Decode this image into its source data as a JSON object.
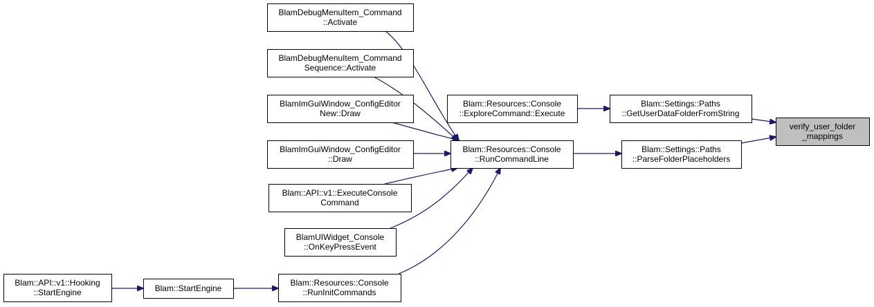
{
  "colors": {
    "node_fill": "#ffffff",
    "node_stroke": "#000000",
    "root_fill": "#bfbfbf",
    "edge": "#191970"
  },
  "nodes": {
    "root": {
      "lines": [
        "verify_user_folder",
        "_mappings"
      ],
      "highlight": true
    },
    "getuserdata": {
      "lines": [
        "Blam::Settings::Paths",
        "::GetUserDataFolderFromString"
      ]
    },
    "parsefolder": {
      "lines": [
        "Blam::Settings::Paths",
        "::ParseFolderPlaceholders"
      ]
    },
    "explore": {
      "lines": [
        "Blam::Resources::Console",
        "::ExploreCommand::Execute"
      ]
    },
    "runcmdline": {
      "lines": [
        "Blam::Resources::Console",
        "::RunCommandLine"
      ]
    },
    "debugmenu": {
      "lines": [
        "BlamDebugMenuItem_Command",
        "::Activate"
      ]
    },
    "debugmenuseq": {
      "lines": [
        "BlamDebugMenuItem_Command",
        "Sequence::Activate"
      ]
    },
    "confignew": {
      "lines": [
        "BlamImGuiWindow_ConfigEditor",
        "New::Draw"
      ]
    },
    "configdraw": {
      "lines": [
        "BlamImGuiWindow_ConfigEditor",
        "::Draw"
      ]
    },
    "apiexec": {
      "lines": [
        "Blam::API::v1::ExecuteConsole",
        "Command"
      ]
    },
    "uiwidget": {
      "lines": [
        "BlamUIWidget_Console",
        "::OnKeyPressEvent"
      ]
    },
    "runinit": {
      "lines": [
        "Blam::Resources::Console",
        "::RunInitCommands"
      ]
    },
    "startengine": {
      "lines": [
        "Blam::StartEngine"
      ]
    },
    "hooking": {
      "lines": [
        "Blam::API::v1::Hooking",
        "::StartEngine"
      ]
    }
  },
  "edges": [
    {
      "from": "getuserdata",
      "to": "root"
    },
    {
      "from": "parsefolder",
      "to": "root"
    },
    {
      "from": "explore",
      "to": "getuserdata"
    },
    {
      "from": "runcmdline",
      "to": "parsefolder"
    },
    {
      "from": "debugmenu",
      "to": "runcmdline"
    },
    {
      "from": "debugmenuseq",
      "to": "runcmdline"
    },
    {
      "from": "confignew",
      "to": "runcmdline"
    },
    {
      "from": "configdraw",
      "to": "runcmdline"
    },
    {
      "from": "apiexec",
      "to": "runcmdline"
    },
    {
      "from": "uiwidget",
      "to": "runcmdline"
    },
    {
      "from": "runinit",
      "to": "runcmdline"
    },
    {
      "from": "startengine",
      "to": "runinit"
    },
    {
      "from": "hooking",
      "to": "startengine"
    }
  ]
}
